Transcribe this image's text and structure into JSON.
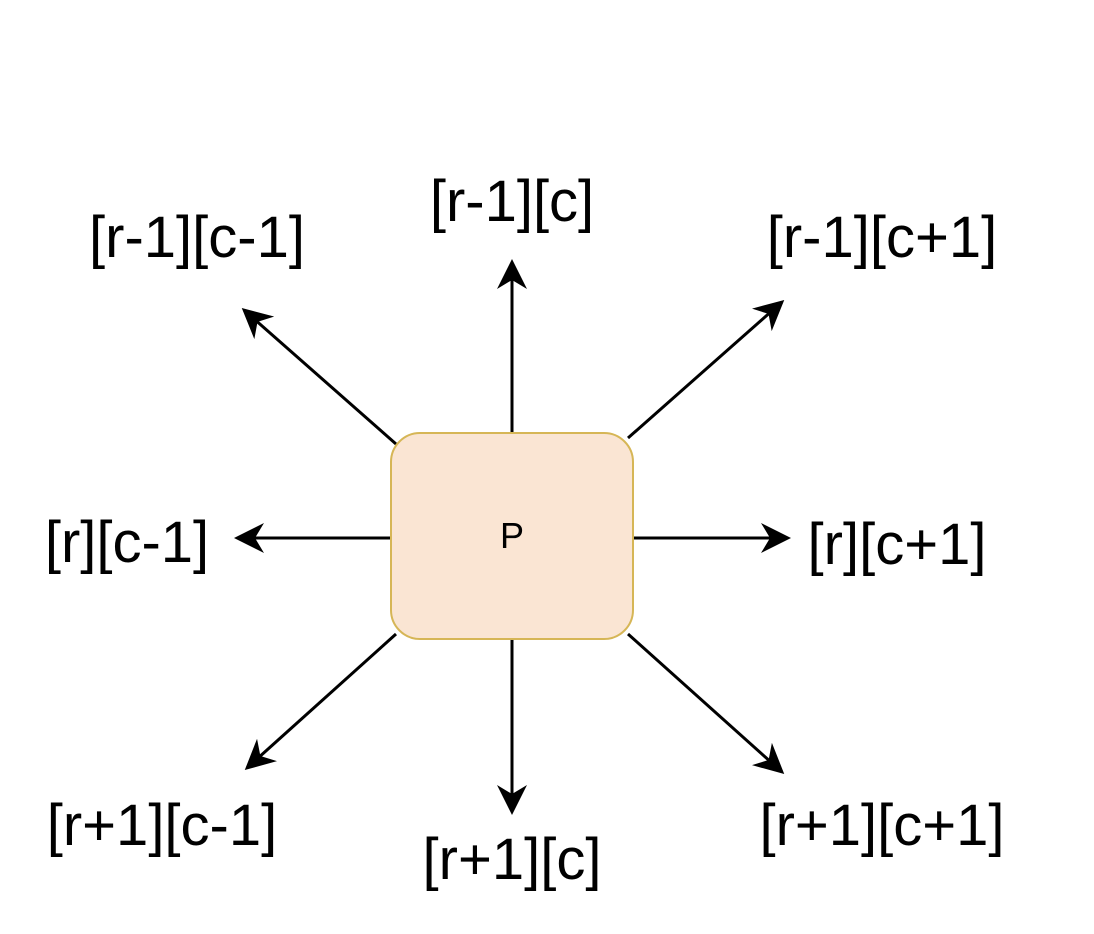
{
  "center": {
    "label": "P",
    "fill_color": "#fae5d3",
    "border_color": "#d6b656"
  },
  "neighbors": {
    "up_left": "[r-1][c-1]",
    "up": "[r-1][c]",
    "up_right": "[r-1][c+1]",
    "left": "[r][c-1]",
    "right": "[r][c+1]",
    "down_left": "[r+1][c-1]",
    "down": "[r+1][c]",
    "down_right": "[r+1][c+1]"
  },
  "arrow_color": "#000000"
}
